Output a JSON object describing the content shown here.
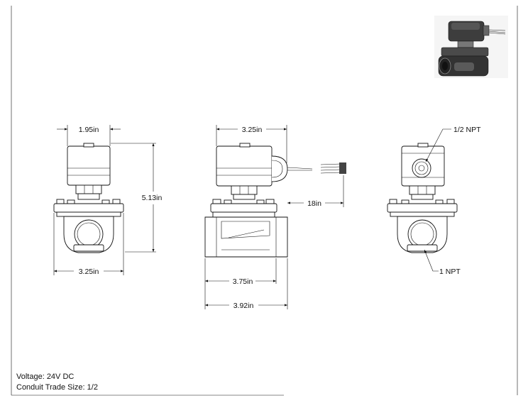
{
  "dimensions": {
    "front_coil_width": "1.95in",
    "front_height": "5.13in",
    "front_body_width": "3.25in",
    "side_coil_width": "3.25in",
    "side_lead_length": "18in",
    "side_body_length": "3.75in",
    "side_overall_length": "3.92in",
    "callout_conduit": "1/2 NPT",
    "callout_port": "1 NPT"
  },
  "notes": {
    "voltage": "Voltage: 24V DC",
    "conduit": "Conduit Trade Size: 1/2"
  }
}
